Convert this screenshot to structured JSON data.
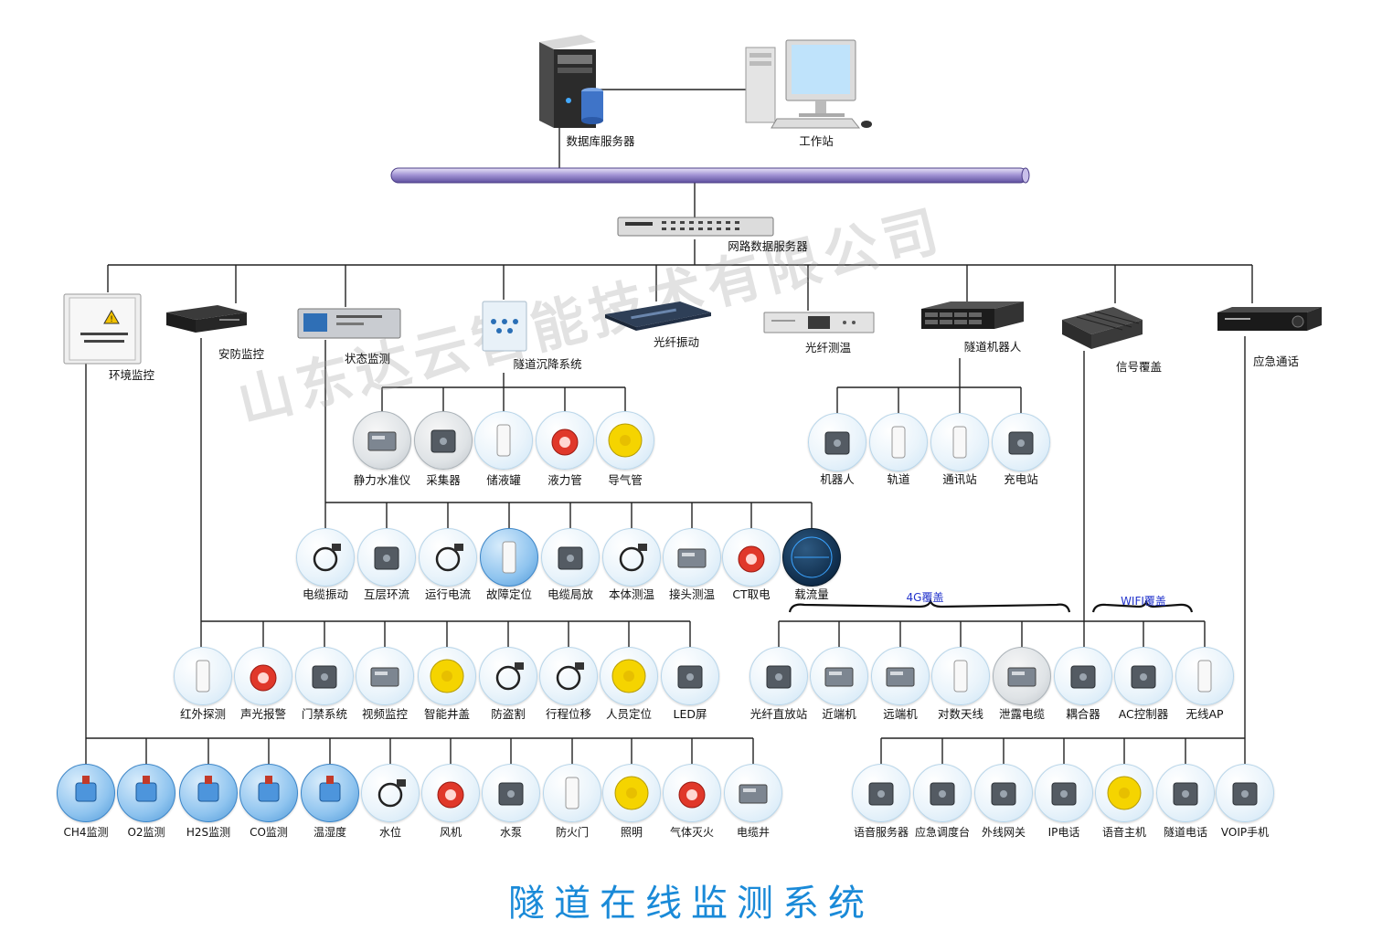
{
  "title": "隧道在线监测系统",
  "watermark": "山东达云智能技术有限公司",
  "colors": {
    "title": "#1a8ad8",
    "coverage_label": "#2233cc",
    "bus": "#8c7cc4",
    "line": "#222222"
  },
  "top": {
    "db_server": "数据库服务器",
    "workstation": "工作站",
    "network_server": "网路数据服务器"
  },
  "subsystems": [
    {
      "label": "环境监控",
      "icon": "cabinet-icon"
    },
    {
      "label": "安防监控",
      "icon": "nvr-icon"
    },
    {
      "label": "状态监测",
      "icon": "rack-unit-icon"
    },
    {
      "label": "隧道沉降系统",
      "icon": "control-box-icon"
    },
    {
      "label": "光纤振动",
      "icon": "rack-unit-icon"
    },
    {
      "label": "光纤测温",
      "icon": "rack-unit-icon"
    },
    {
      "label": "隧道机器人",
      "icon": "server-icon"
    },
    {
      "label": "信号覆盖",
      "icon": "repeater-icon"
    },
    {
      "label": "应急通话",
      "icon": "dvr-icon"
    }
  ],
  "settlement": [
    "静力水准仪",
    "采集器",
    "储液罐",
    "液力管",
    "导气管"
  ],
  "robot": [
    "机器人",
    "轨道",
    "通讯站",
    "充电站"
  ],
  "status": [
    "电缆振动",
    "互层环流",
    "运行电流",
    "故障定位",
    "电缆局放",
    "本体测温",
    "接头测温",
    "CT取电",
    "载流量"
  ],
  "security": [
    "红外探测",
    "声光报警",
    "门禁系统",
    "视频监控",
    "智能井盖",
    "防盗割",
    "行程位移",
    "人员定位",
    "LED屏"
  ],
  "signal": [
    "光纤直放站",
    "近端机",
    "远端机",
    "对数天线",
    "泄露电缆",
    "耦合器",
    "AC控制器",
    "无线AP"
  ],
  "coverage": {
    "g4": "4G覆盖",
    "wifi": "WIFI覆盖"
  },
  "environment": [
    "CH4监测",
    "O2监测",
    "H2S监测",
    "CO监测",
    "温湿度",
    "水位",
    "风机",
    "水泵",
    "防火门",
    "照明",
    "气体灭火",
    "电缆井"
  ],
  "emergency": [
    "语音服务器",
    "应急调度台",
    "外线网关",
    "IP电话",
    "语音主机",
    "隧道电话",
    "VOIP手机"
  ]
}
